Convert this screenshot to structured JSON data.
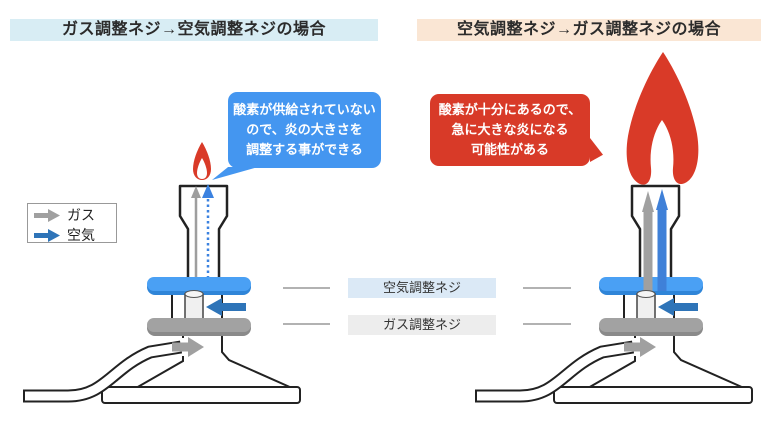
{
  "headers": {
    "left": "ガス調整ネジ→空気調整ネジの場合",
    "right": "空気調整ネジ→ガス調整ネジの場合"
  },
  "callouts": {
    "left": {
      "lines": [
        "酸素が供給されていない",
        "ので、炎の大きさを",
        "調整する事ができる"
      ],
      "bg": "#4496f0"
    },
    "right": {
      "lines": [
        "酸素が十分にあるので、",
        "急に大きな炎になる",
        "可能性がある"
      ],
      "bg": "#d83a28"
    }
  },
  "legend": {
    "gas_label": "ガス",
    "air_label": "空気",
    "gas_arrow_color": "#a0a0a0",
    "air_arrow_color": "#2e74b8"
  },
  "part_labels": {
    "air_screw": "空気調整ネジ",
    "gas_screw": "ガス調整ネジ"
  },
  "colors": {
    "header_left_bg": "#d8edf4",
    "header_right_bg": "#fae6d4",
    "flame_red": "#d93a28",
    "disc_blue": "#4aa0f4",
    "disc_gray": "#a2a2a2",
    "flow_blue": "#3b82e0",
    "flow_gray": "#a0a0a0",
    "outline": "#222222"
  }
}
